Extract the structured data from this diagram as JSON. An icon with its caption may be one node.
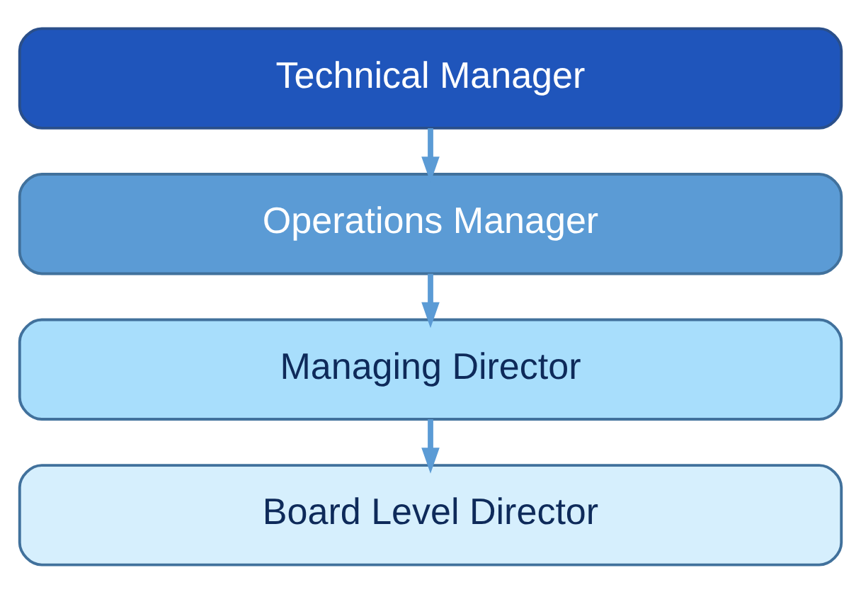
{
  "diagram": {
    "nodes": [
      {
        "text": [
          "Technical Manager"
        ]
      },
      {
        "text": [
          "Operations Manager"
        ]
      },
      {
        "text": [
          "Managing Director"
        ]
      },
      {
        "text": [
          "Board Level Director"
        ]
      }
    ],
    "edges": [
      {
        "from": 0,
        "to": 1,
        "arrow": "to"
      },
      {
        "from": 1,
        "to": 2,
        "arrow": "to"
      },
      {
        "from": 2,
        "to": 3,
        "arrow": "to"
      }
    ]
  }
}
